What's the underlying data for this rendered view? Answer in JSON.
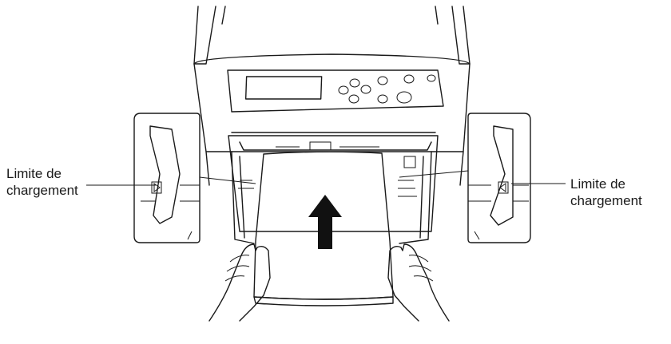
{
  "labels": {
    "left": [
      "Limite de",
      "chargement"
    ],
    "right": [
      "Limite de",
      "chargement"
    ]
  },
  "colors": {
    "paper": "#cfe6d6",
    "ink": "#1a1a1a",
    "background": "#ffffff"
  },
  "icons": {
    "arrow": "up-arrow-icon",
    "limit_mark_left": "triangle-right-icon",
    "limit_mark_right": "triangle-left-icon"
  }
}
